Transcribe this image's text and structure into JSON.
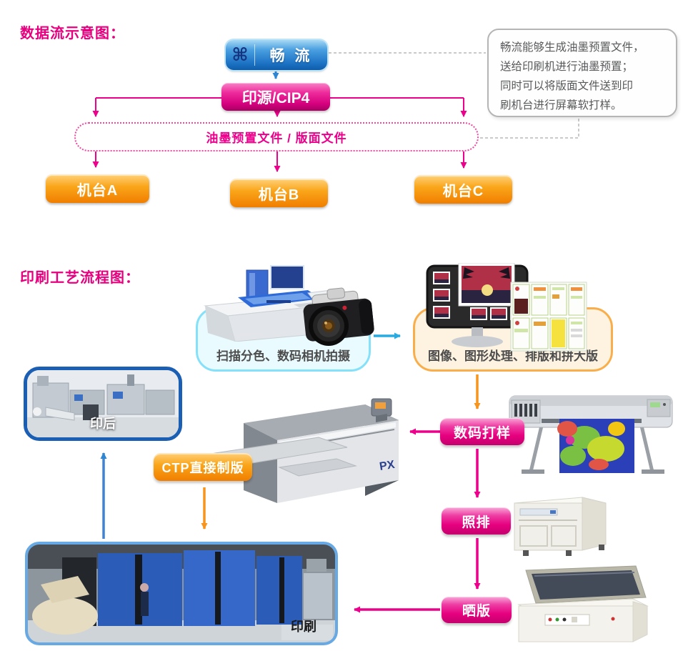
{
  "colors": {
    "magenta": "#ec008c",
    "orange": "#f7941d",
    "blue": "#2e86d3",
    "cyan": "#29abe2",
    "note_text": "#58595b",
    "machine_orange": "#faa61a"
  },
  "data_flow": {
    "title": "数据流示意图：",
    "changliu": {
      "icon": "⌘",
      "label": "畅 流"
    },
    "yinyuan": {
      "label": "印源/CIP4"
    },
    "files_bus": {
      "label": "油墨预置文件 / 版面文件"
    },
    "machines": [
      {
        "label": "机台A"
      },
      {
        "label": "机台B"
      },
      {
        "label": "机台C"
      }
    ],
    "note": {
      "lines": [
        "畅流能够生成油墨预置文件，",
        "送给印刷机进行油墨预置；",
        "同时可以将版面文件送到印",
        "刷机台进行屏幕软打样。"
      ]
    }
  },
  "process_flow": {
    "title": "印刷工艺流程图：",
    "scan_box": {
      "label": "扫描分色、数码相机拍摄"
    },
    "image_box": {
      "label": "图像、图形处理、排版和拼大版"
    },
    "digital_proof": {
      "label": "数码打样"
    },
    "imagesetter": {
      "label": "照排"
    },
    "plate_burn": {
      "label": "晒版"
    },
    "ctp": {
      "label": "CTP直接制版"
    },
    "press": {
      "label": "印刷"
    },
    "postpress": {
      "label": "印后"
    }
  }
}
